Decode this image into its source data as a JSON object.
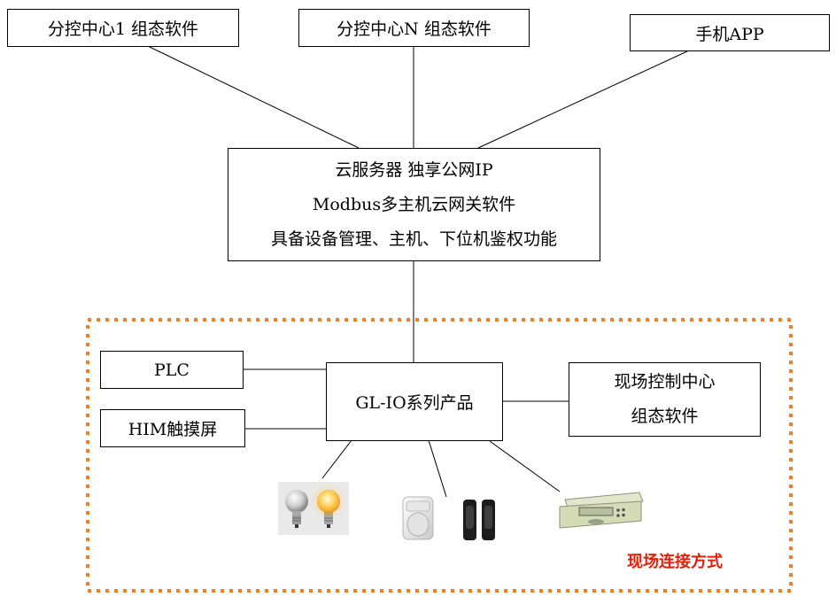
{
  "top": {
    "center1": "分控中心1 组态软件",
    "centerN": "分控中心N 组态软件",
    "app": "手机APP"
  },
  "cloud": {
    "line1": "云服务器 独享公网IP",
    "line2": "Modbus多主机云网关软件",
    "line3": "具备设备管理、主机、下位机鉴权功能"
  },
  "site": {
    "plc": "PLC",
    "hmi": "HIM触摸屏",
    "product": "GL-IO系列产品",
    "control_line1": "现场控制中心",
    "control_line2": "组态软件",
    "caption": "现场连接方式",
    "caption_color": "#e0200b",
    "border_color": "#f07e26"
  },
  "devices": [
    "light-bulbs",
    "pir-sensor",
    "beam-sensor",
    "controller-unit"
  ]
}
